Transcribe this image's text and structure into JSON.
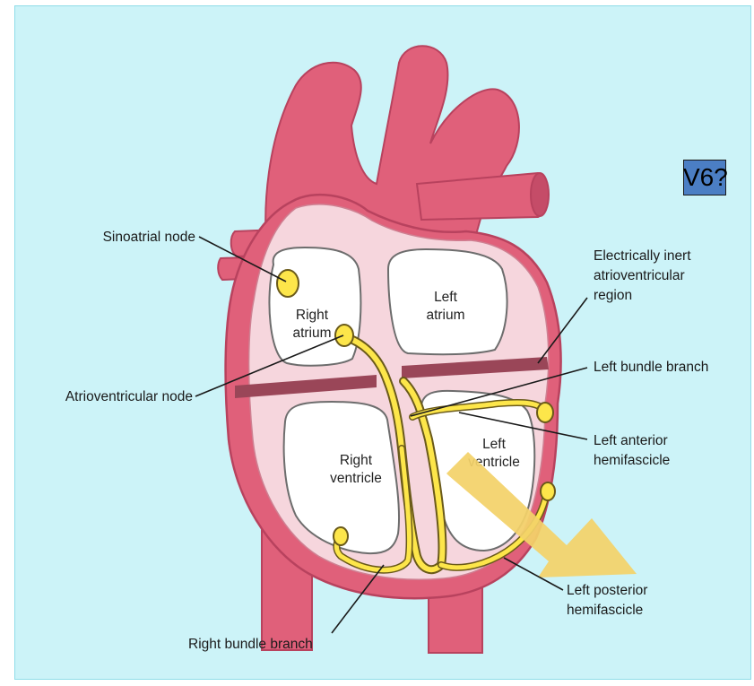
{
  "colors": {
    "background": "#ccf3f8",
    "heart_muscle": "#e0607a",
    "heart_dark": "#b8425e",
    "chamber_lining": "#f6d6dd",
    "chamber_interior": "#ffffff",
    "conduction": "#fde64a",
    "septum_bar": "#9a4658",
    "arrow": "#f3d269",
    "label_box": "#4b7ec4"
  },
  "chambers": {
    "right_atrium": [
      "Right",
      "atrium"
    ],
    "left_atrium": [
      "Left",
      "atrium"
    ],
    "right_ventricle": [
      "Right",
      "ventricle"
    ],
    "left_ventricle": [
      "Left",
      "ventricle"
    ]
  },
  "labels": {
    "sinoatrial_node": "Sinoatrial node",
    "atrioventricular_node": "Atrioventricular node",
    "inert_region": [
      "Electrically inert",
      "atrioventricular",
      "region"
    ],
    "left_bundle_branch": "Left bundle branch",
    "left_anterior_hemifascicle": [
      "Left anterior",
      "hemifascicle"
    ],
    "left_posterior_hemifascicle": [
      "Left posterior",
      "hemifascicle"
    ],
    "right_bundle_branch": "Right bundle branch"
  },
  "annotation": {
    "text": "V6?",
    "arrow_color": "#f3d269"
  }
}
